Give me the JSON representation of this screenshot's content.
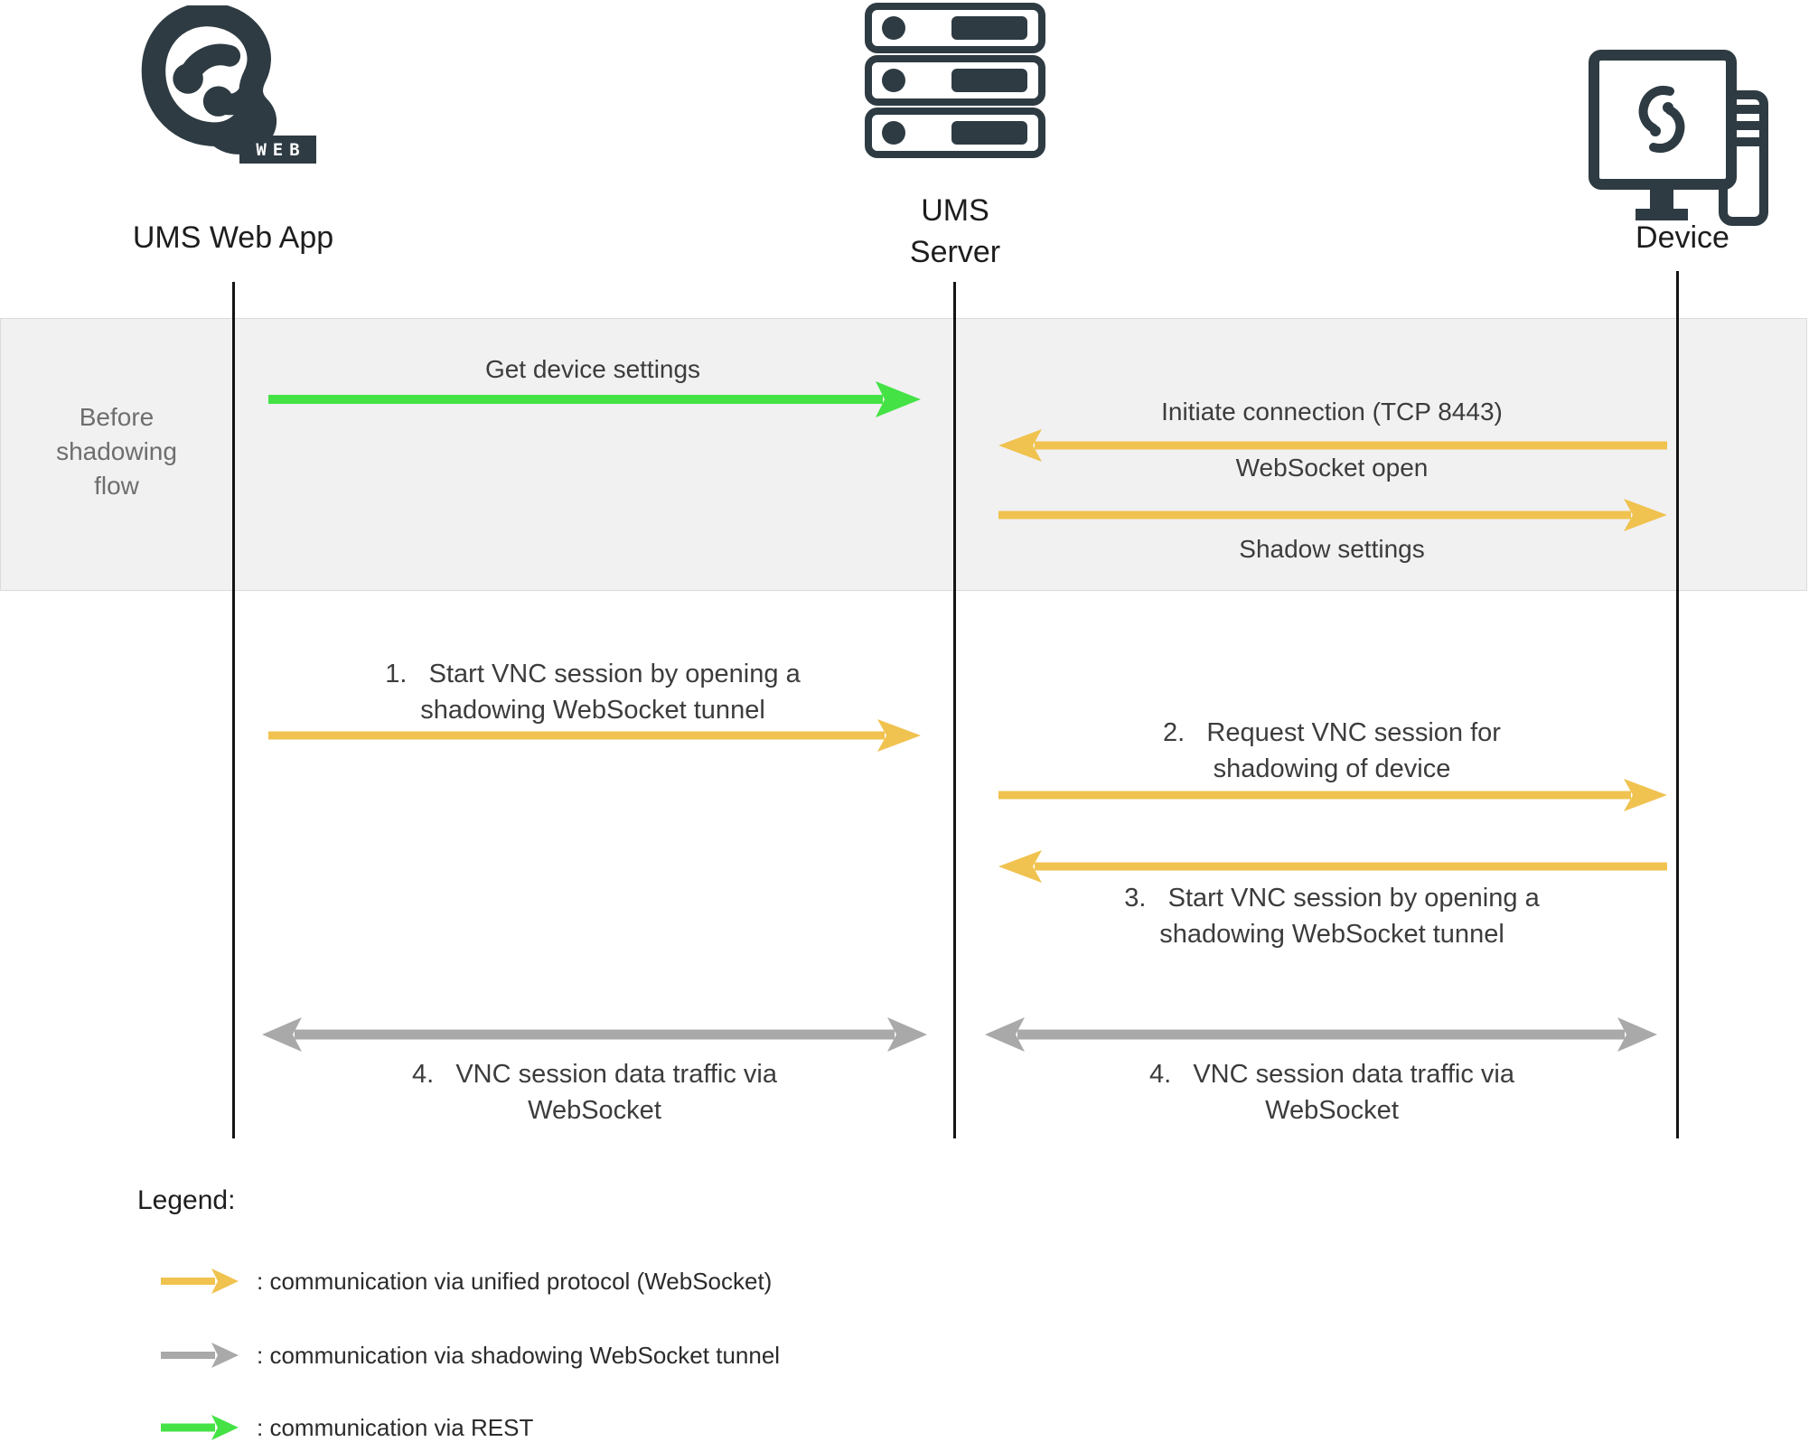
{
  "colors": {
    "brand_dark": "#2e3b43",
    "arrow_yellow": "#f0c24f",
    "arrow_green": "#45e245",
    "arrow_gray": "#a9a9a9",
    "band_background": "#f1f1f2",
    "band_border": "#dbdbdb",
    "muted_text": "#6e6e6e",
    "label_text": "#3c3c3c"
  },
  "actors": {
    "web_app": {
      "label": "UMS Web App",
      "badge": "WEB"
    },
    "server": {
      "label_lines": [
        "UMS",
        "Server"
      ]
    },
    "device": {
      "label": "Device"
    }
  },
  "before_flow": {
    "section_label_lines": [
      "Before",
      "shadowing",
      "flow"
    ],
    "get_device_settings": "Get device settings",
    "initiate_connection": "Initiate connection (TCP 8443)",
    "websocket_open": "WebSocket open",
    "shadow_settings": "Shadow settings"
  },
  "flow": {
    "step1_lines": [
      "1.   Start VNC session by opening a",
      "shadowing WebSocket tunnel"
    ],
    "step2_lines": [
      "2.   Request VNC session for",
      "shadowing of device"
    ],
    "step3_lines": [
      "3.   Start VNC session by opening a",
      "shadowing WebSocket tunnel"
    ],
    "step4_left_lines": [
      "4.   VNC session data traffic via",
      "WebSocket"
    ],
    "step4_right_lines": [
      "4.   VNC session data traffic via",
      "WebSocket"
    ]
  },
  "legend": {
    "title": "Legend:",
    "items": [
      {
        "name": "unified-protocol",
        "color": "#f0c24f",
        "label": ": communication via unified protocol (WebSocket)"
      },
      {
        "name": "shadowing-tunnel",
        "color": "#a9a9a9",
        "label": ": communication via shadowing WebSocket tunnel"
      },
      {
        "name": "rest",
        "color": "#45e245",
        "label": ": communication via REST"
      }
    ]
  }
}
